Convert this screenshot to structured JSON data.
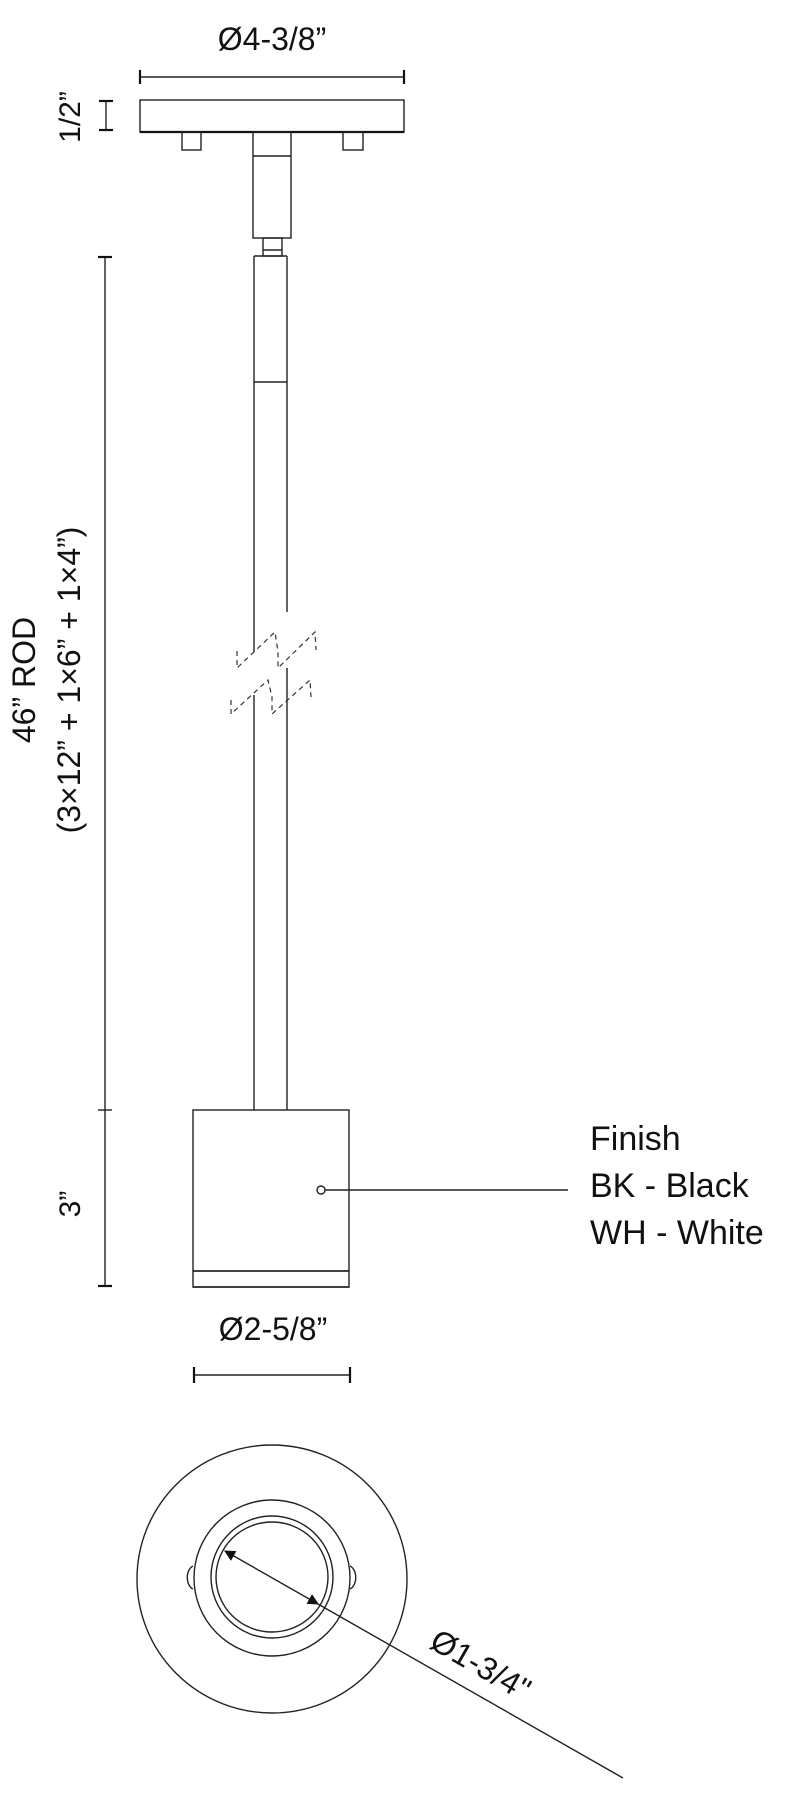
{
  "drawing": {
    "title": "Pendant light dimension drawing",
    "line_color": "#222222",
    "background": "#ffffff"
  },
  "dimensions": {
    "canopy_diameter": "Ø4-3/8”",
    "canopy_height": "1/2”",
    "rod_length": "46” ROD",
    "rod_composition": "(3×12” + 1×6” + 1×4”)",
    "shade_height": "3”",
    "shade_diameter": "Ø2-5/8”",
    "lens_diameter": "Ø1-3/4\""
  },
  "finish": {
    "heading": "Finish",
    "options": [
      {
        "code": "BK",
        "label": "BK - Black"
      },
      {
        "code": "WH",
        "label": "WH - White"
      }
    ]
  }
}
